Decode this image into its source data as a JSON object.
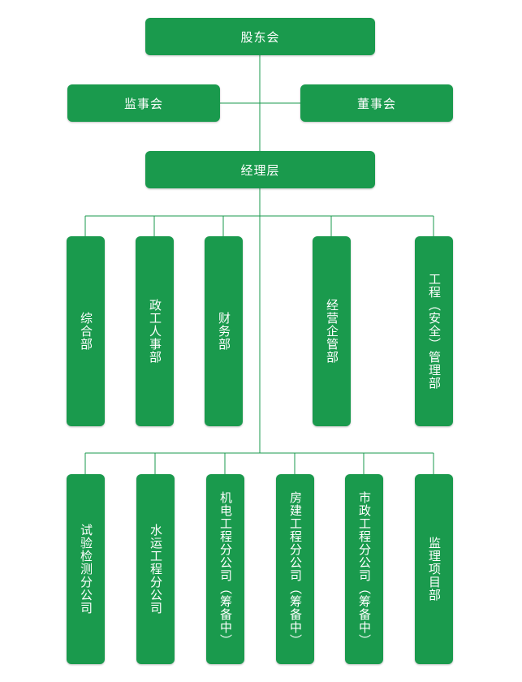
{
  "colors": {
    "node_fill": "#1a9a4d",
    "node_text": "#ffffff",
    "connector": "#1a9a4d"
  },
  "top": {
    "shareholders": "股东会",
    "supervisors": "监事会",
    "board": "董事会",
    "management": "经理层"
  },
  "departments": [
    "综合部",
    "政工人事部",
    "财务部",
    "经营企管部",
    "工程（安全）管理部"
  ],
  "units": [
    "试验检测分公司",
    "水运工程分公司",
    "机电工程分公司（筹备中）",
    "房建工程分公司（筹备中）",
    "市政工程分公司（筹备中）",
    "监理项目部"
  ]
}
